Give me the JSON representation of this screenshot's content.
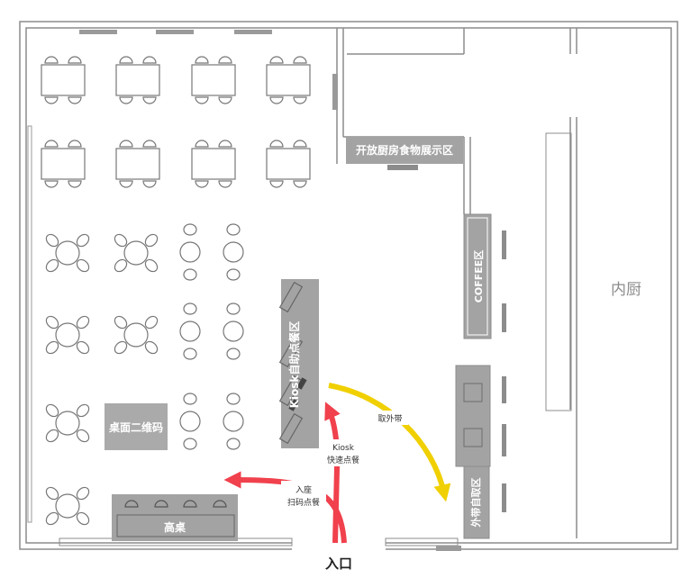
{
  "labels": {
    "open_kitchen": "开放厨房食物展示区",
    "coffee": "COFFEE区",
    "inner_kitchen": "内厨",
    "kiosk_zone": "Kiosk自助点餐区",
    "takeaway_pickup_zone": "外带自取区",
    "table_qr": "桌面二维码",
    "high_table": "高桌",
    "entrance": "入口",
    "route_kiosk_1": "Kiosk",
    "route_kiosk_2": "快速点餐",
    "route_seat_1": "入座",
    "route_seat_2": "扫码点餐",
    "route_takeaway": "取外带"
  },
  "colors": {
    "wall": "#8c8c8c",
    "zone_fill": "#a3a3a3",
    "zone_text": "#ffffff",
    "route_seat_arrow": "#f0414d",
    "route_kiosk_arrow": "#f0414d",
    "route_takeaway_arrow": "#f0d000",
    "furniture": "#777777"
  }
}
